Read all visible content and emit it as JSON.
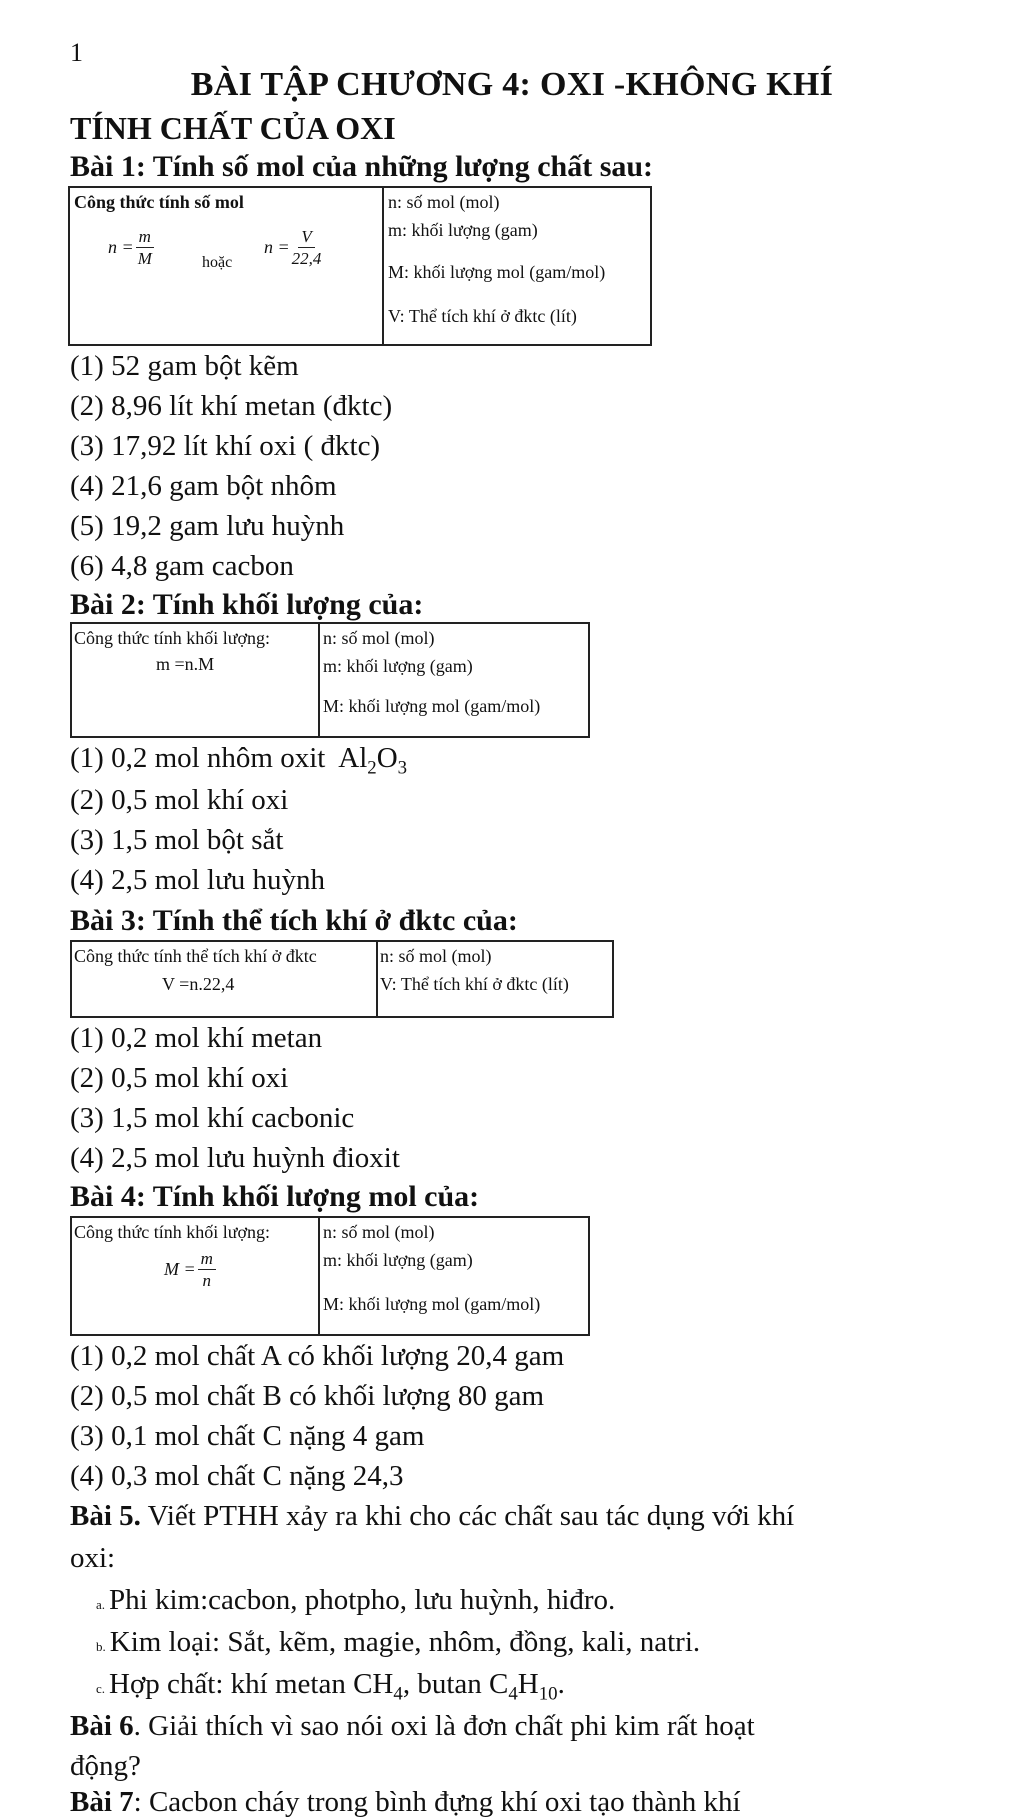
{
  "page_number": "1",
  "title": "BÀI TẬP CHƯƠNG 4: OXI -KHÔNG KHÍ",
  "subtitle": "TÍNH CHẤT CỦA OXI",
  "bai1": {
    "heading": "Bài 1: Tính số mol của những lượng chất sau:",
    "box_title": "Công thức tính số mol",
    "f1_lhs": "n =",
    "f1_num": "m",
    "f1_den": "M",
    "or_word": "hoặc",
    "f2_lhs": "n =",
    "f2_num": "V",
    "f2_den": "22,4",
    "defs": [
      "n: số mol (mol)",
      "m: khối lượng (gam)",
      "M: khối lượng mol (gam/mol)",
      "V: Thể tích khí ở đktc (lít)"
    ],
    "items": [
      "(1)  52 gam bột kẽm",
      "(2)  8,96 lít khí metan (đktc)",
      "(3)  17,92 lít khí oxi ( đktc)",
      "(4)  21,6 gam bột nhôm",
      "(5)  19,2 gam lưu huỳnh",
      "(6)  4,8 gam cacbon"
    ]
  },
  "bai2": {
    "heading": "Bài 2: Tính khối lượng của:",
    "box_title": "Công thức tính khối lượng:",
    "formula": "m =n.M",
    "defs": [
      "n: số mol (mol)",
      "m: khối lượng (gam)",
      "M: khối lượng mol (gam/mol)"
    ],
    "item1_text": "(1) 0,2 mol nhôm oxit",
    "item1_formula": {
      "a": "Al",
      "a_sub": "2",
      "b": "O",
      "b_sub": "3"
    },
    "items": [
      "(2) 0,5 mol khí oxi",
      "(3) 1,5 mol bột sắt",
      "(4) 2,5 mol lưu huỳnh"
    ]
  },
  "bai3": {
    "heading": "Bài 3: Tính thể tích khí ở đktc của:",
    "box_title": "Công thức tính thể tích khí ở đktc",
    "formula": "V =n.22,4",
    "defs": [
      "n: số mol (mol)",
      "V: Thể tích khí ở đktc (lít)"
    ],
    "items": [
      "(1) 0,2 mol khí metan",
      "(2) 0,5 mol khí oxi",
      "(3) 1,5 mol khí cacbonic",
      "(4) 2,5 mol lưu huỳnh đioxit"
    ]
  },
  "bai4": {
    "heading": "Bài 4: Tính khối lượng mol của:",
    "box_title": "Công thức tính khối lượng:",
    "f_lhs": "M =",
    "f_num": "m",
    "f_den": "n",
    "defs": [
      "n: số mol (mol)",
      "m: khối lượng (gam)",
      "M: khối lượng mol (gam/mol)"
    ],
    "items": [
      "(1) 0,2 mol chất A có khối lượng 20,4 gam",
      "(2) 0,5 mol chất B có khối lượng 80 gam",
      "(3) 0,1 mol chất C nặng 4 gam",
      "(4) 0,3 mol chất C nặng 24,3"
    ]
  },
  "bai5": {
    "label": "Bài 5.",
    "text_line1": " Viết PTHH xảy ra khi cho các chất sau tác dụng với khí",
    "text_line2": "oxi:",
    "a_mark": "a.",
    "a_text": "Phi kim:cacbon, photpho, lưu huỳnh, hiđro.",
    "b_mark": "b.",
    "b_text": "Kim loại: Sắt, kẽm, magie, nhôm, đồng, kali, natri.",
    "c_mark": "c.",
    "c_text": "Hợp chất: khí metan ",
    "c_f1": {
      "a": "CH",
      "a_sub": "4"
    },
    "c_sep": ", butan ",
    "c_f2": {
      "a": "C",
      "a_sub": "4",
      "b": "H",
      "b_sub": "10"
    },
    "c_end": "."
  },
  "bai6": {
    "label": "Bài 6",
    "text_line1": ". Giải thích vì sao nói oxi là đơn chất phi kim rất hoạt",
    "text_line2": "động?"
  },
  "bai7": {
    "label": "Bài 7",
    "text_line1": ": Cacbon cháy trong bình đựng khí oxi tạo thành khí"
  }
}
